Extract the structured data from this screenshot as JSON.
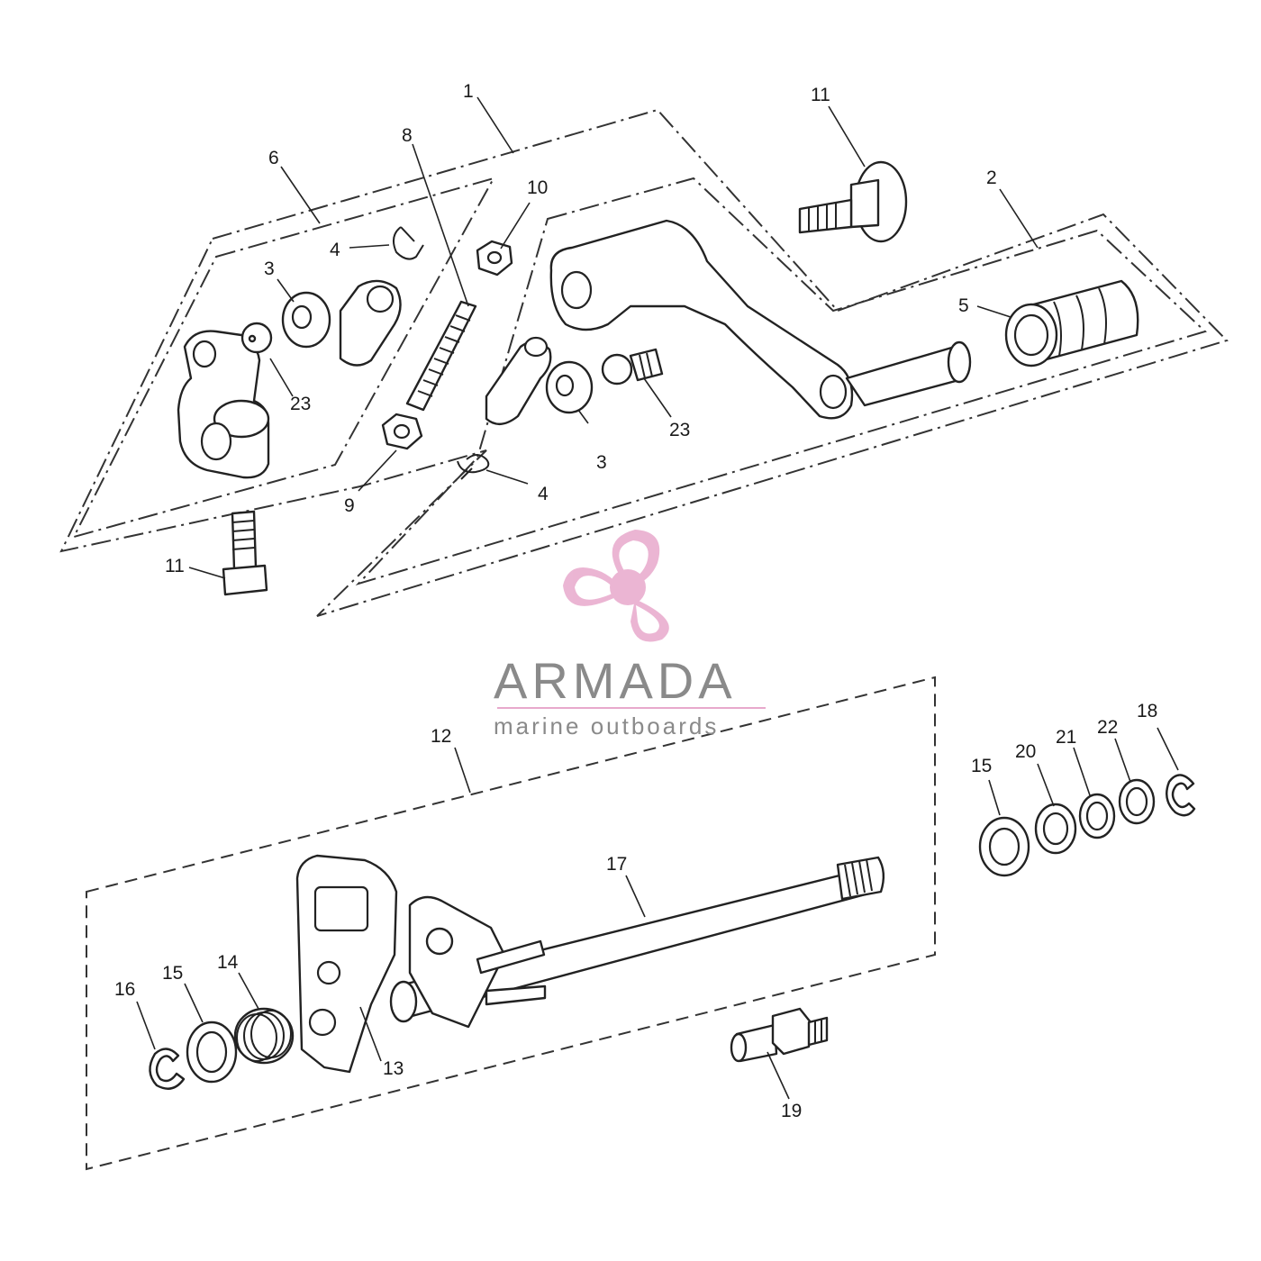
{
  "brand": {
    "name": "ARMADA",
    "tagline": "marine outboards",
    "primary_color": "#e8a9cc",
    "text_color": "#8a8a8a",
    "logo_icon": "propeller-icon"
  },
  "diagram": {
    "callouts": {
      "c1": "1",
      "c2": "2",
      "c3a": "3",
      "c3b": "3",
      "c4a": "4",
      "c4b": "4",
      "c5": "5",
      "c6": "6",
      "c8": "8",
      "c9": "9",
      "c10": "10",
      "c11a": "11",
      "c11b": "11",
      "c12": "12",
      "c13": "13",
      "c14": "14",
      "c15a": "15",
      "c15b": "15",
      "c16": "16",
      "c17": "17",
      "c18": "18",
      "c19": "19",
      "c20": "20",
      "c21": "21",
      "c22": "22",
      "c23a": "23",
      "c23b": "23"
    }
  }
}
